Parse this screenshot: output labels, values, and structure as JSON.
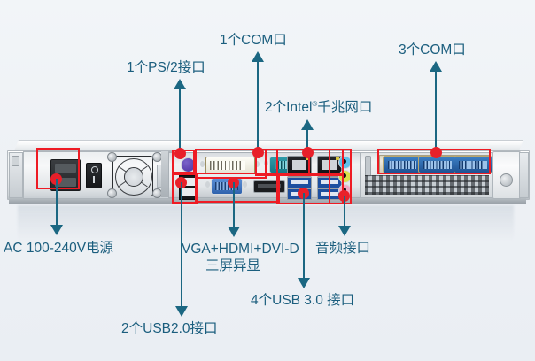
{
  "page": {
    "title": "服务器后置接口示意图",
    "background_color": "#eef1f5",
    "callout_color": "#1b5e7e",
    "highlight_color": "#ee1b24",
    "leader_color": "#1b6782"
  },
  "callouts": {
    "ps2": {
      "text": "1个PS/2接口",
      "position": "top"
    },
    "com1": {
      "text": "1个COM口",
      "position": "top"
    },
    "lan": {
      "text": "2个Intel®千兆网口",
      "text_pre": "2个Intel",
      "text_sup": "®",
      "text_post": "千兆网口",
      "position": "top"
    },
    "com3": {
      "text": "3个COM口",
      "position": "top"
    },
    "power": {
      "text": "AC 100-240V电源",
      "position": "bottom"
    },
    "usb2": {
      "text": "2个USB2.0接口",
      "position": "bottom"
    },
    "display_line1": {
      "text": "VGA+HDMI+DVI-D",
      "position": "bottom"
    },
    "display_line2": {
      "text": "三屏异显",
      "position": "bottom"
    },
    "usb3": {
      "text": "4个USB 3.0 接口",
      "position": "bottom"
    },
    "audio": {
      "text": "音频接口",
      "position": "bottom"
    }
  },
  "device": {
    "type": "1U rackmount server rear panel",
    "ports": [
      {
        "name": "AC power inlet (IEC C14)",
        "highlighted": true
      },
      {
        "name": "power rocker switch",
        "highlighted": false
      },
      {
        "name": "PSU fan",
        "highlighted": false
      },
      {
        "name": "PS/2 port",
        "highlighted": true
      },
      {
        "name": "USB 2.0 ports",
        "count": 2,
        "highlighted": true
      },
      {
        "name": "DVI-D port",
        "highlighted": true
      },
      {
        "name": "VGA port",
        "highlighted": true
      },
      {
        "name": "HDMI port",
        "highlighted": true
      },
      {
        "name": "COM serial port",
        "count": 1,
        "highlighted": true
      },
      {
        "name": "Intel gigabit LAN RJ45",
        "count": 2,
        "highlighted": true
      },
      {
        "name": "USB 3.0 ports",
        "count": 4,
        "highlighted": true
      },
      {
        "name": "audio jacks",
        "count": 3,
        "highlighted": true
      },
      {
        "name": "COM serial ports",
        "count": 3,
        "highlighted": true
      }
    ]
  }
}
